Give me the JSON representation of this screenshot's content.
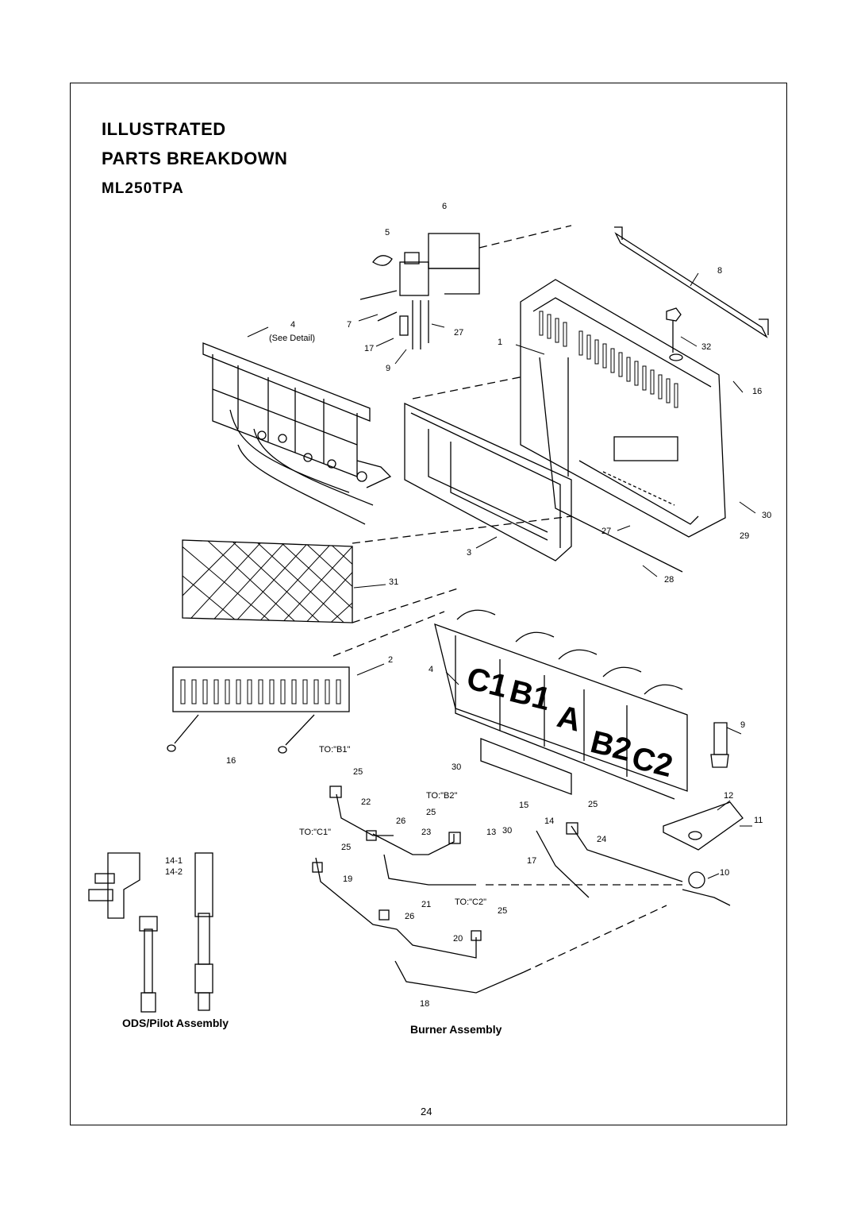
{
  "header": {
    "title_line1": "ILLUSTRATED",
    "title_line2": "PARTS  BREAKDOWN",
    "model": "ML250TPA"
  },
  "part_numbers": {
    "p1": "1",
    "p2": "2",
    "p3": "3",
    "p4a": "4",
    "p4b": "4",
    "p5": "5",
    "p6": "6",
    "p7": "7",
    "p8": "8",
    "p9a": "9",
    "p9b": "9",
    "p10": "10",
    "p11": "11",
    "p12": "12",
    "p13": "13",
    "p14": "14",
    "p14_1": "14-1",
    "p14_2": "14-2",
    "p15": "15",
    "p16a": "16",
    "p16b": "16",
    "p17a": "17",
    "p17b": "17",
    "p18": "18",
    "p19": "19",
    "p20": "20",
    "p21": "21",
    "p22": "22",
    "p23": "23",
    "p25a": "25",
    "p25b": "25",
    "p25c": "25",
    "p25d": "25",
    "p25e": "25",
    "p26a": "26",
    "p26b": "26",
    "p27a": "27",
    "p27b": "27",
    "p28": "28",
    "p29": "29",
    "p30a": "30",
    "p30b": "30",
    "p30c": "30",
    "p31": "31",
    "p32": "32",
    "p24": "24"
  },
  "annotations": {
    "see_detail": "(See Detail)",
    "to_b1": "TO:\"B1\"",
    "to_b2": "TO:\"B2\"",
    "to_c1": "TO:\"C1\"",
    "to_c2": "TO:\"C2\""
  },
  "burner_labels": {
    "c1": "C1",
    "b1": "B1",
    "a": "A",
    "b2": "B2",
    "c2": "C2"
  },
  "captions": {
    "ods_pilot": "ODS/Pilot  Assembly",
    "burner": "Burner  Assembly"
  },
  "page_number": "24"
}
